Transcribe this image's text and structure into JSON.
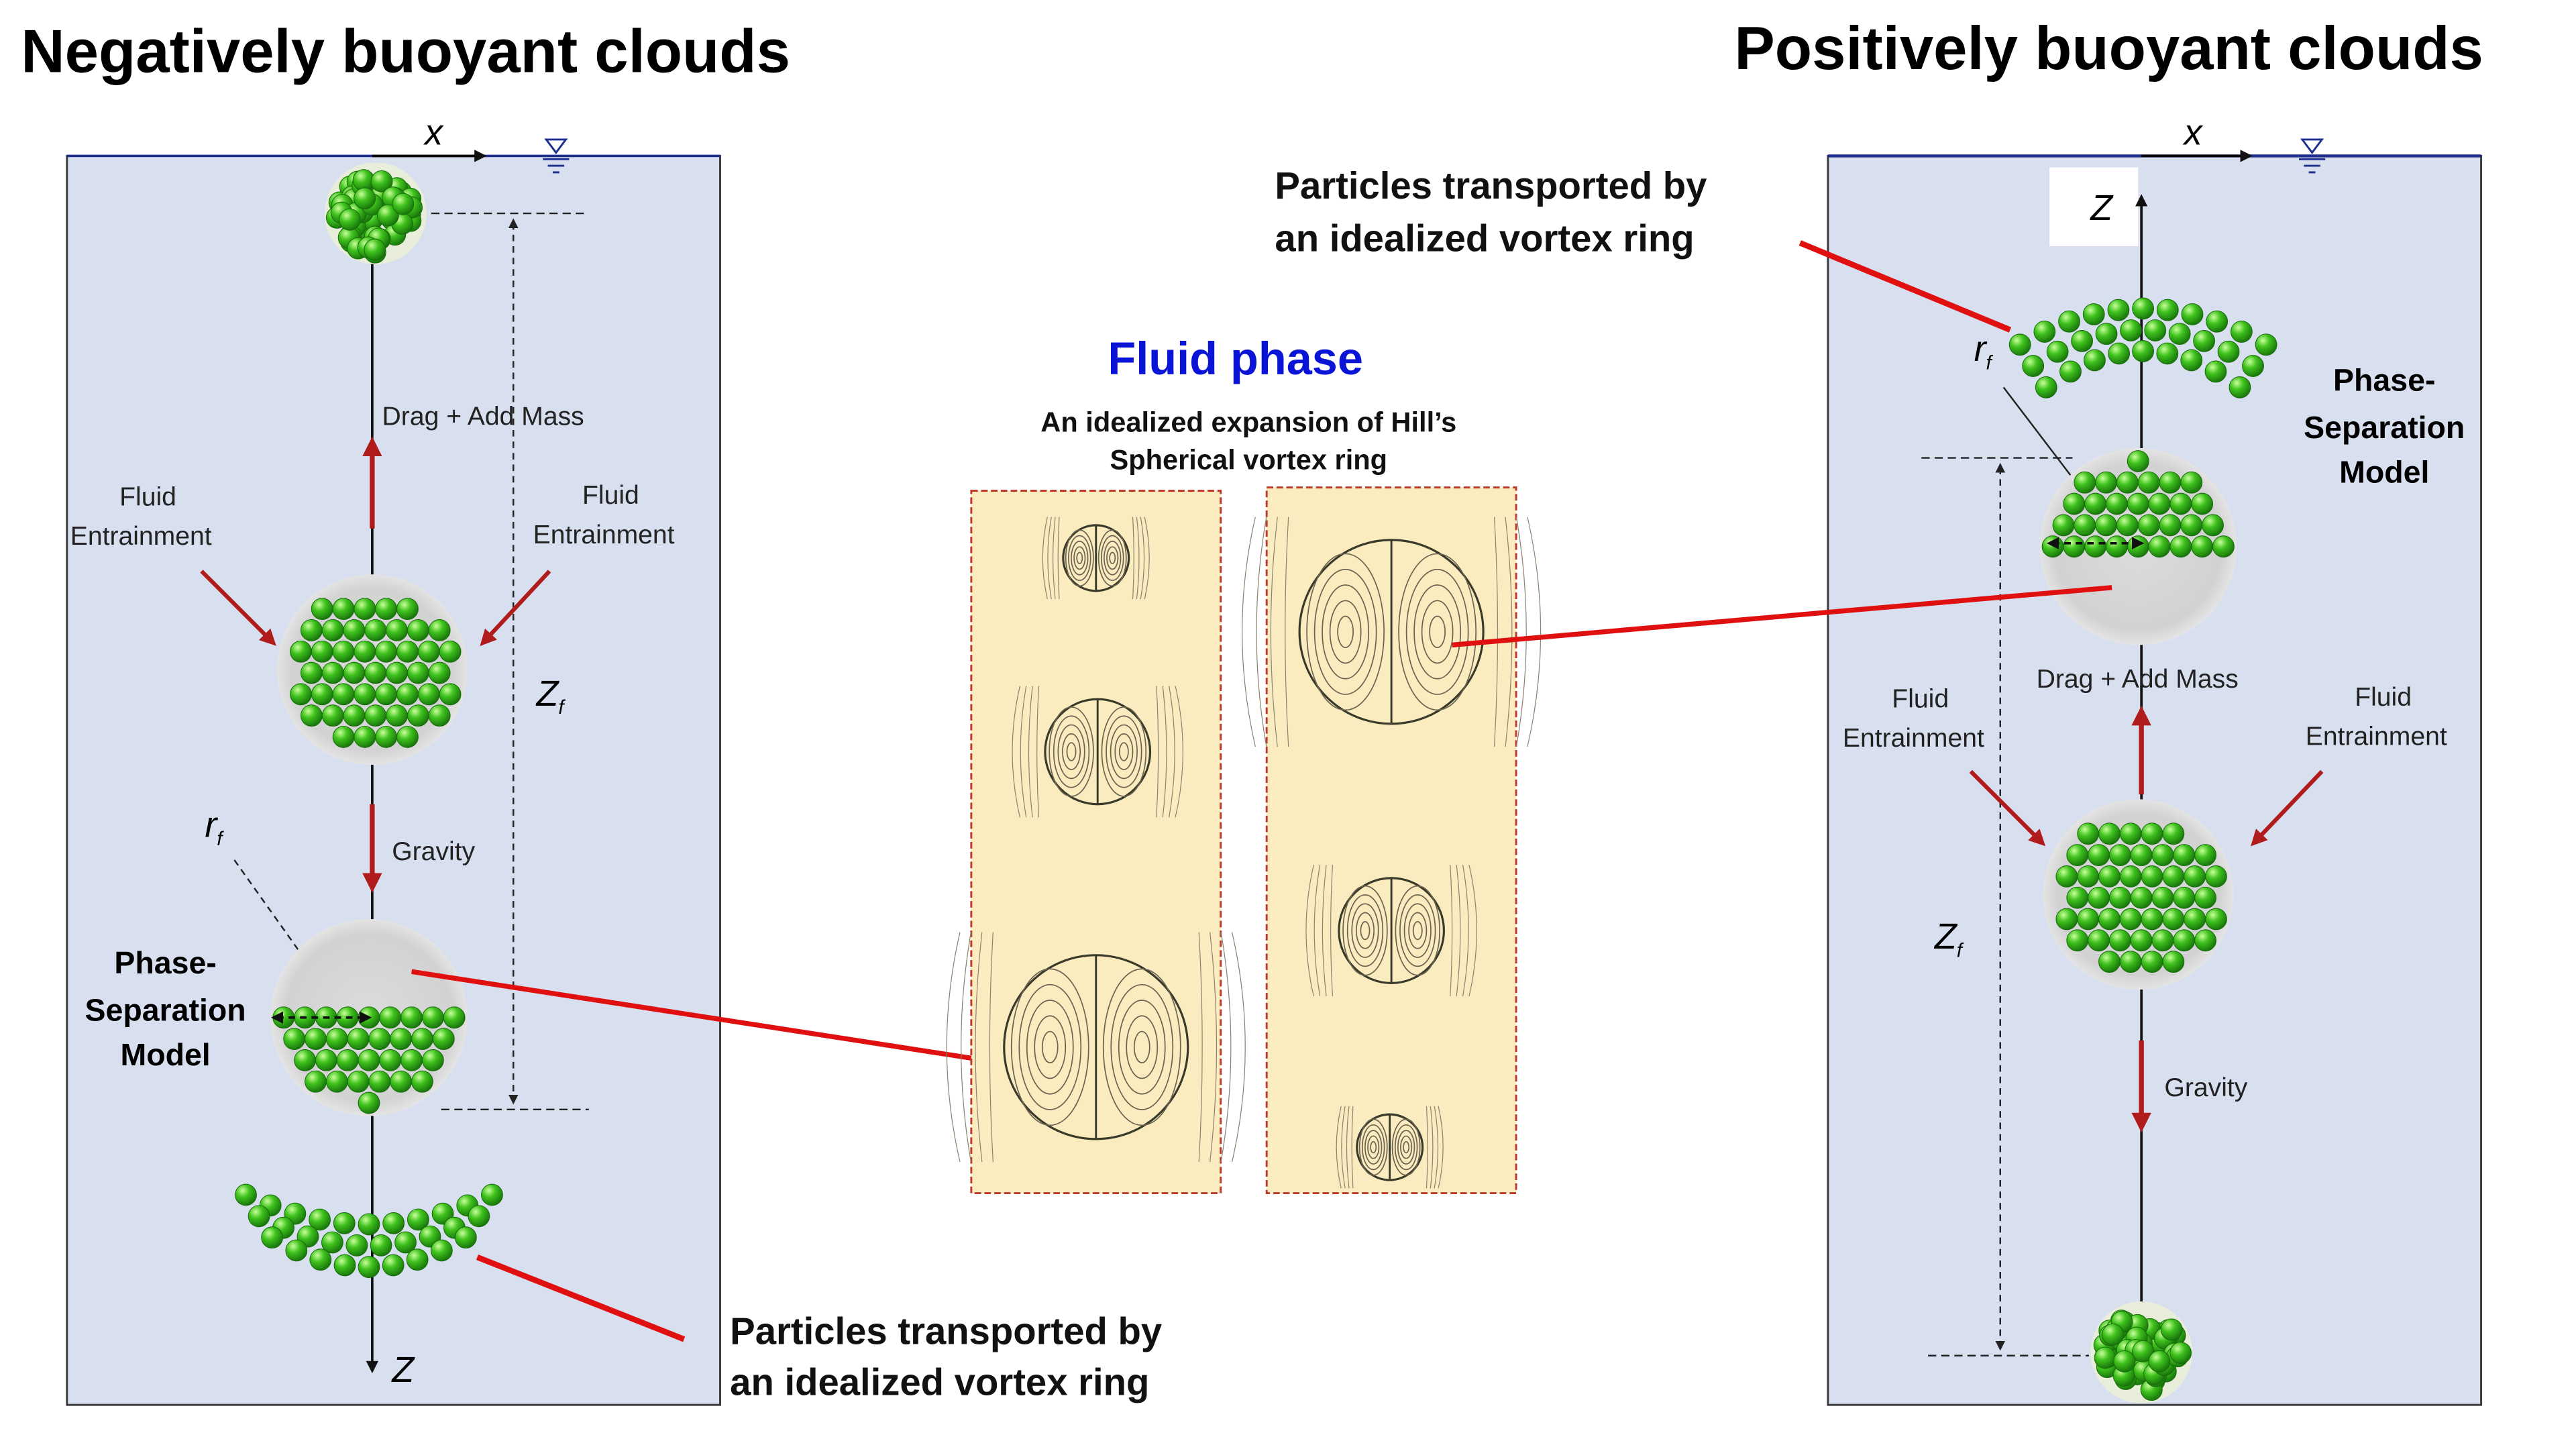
{
  "titles": {
    "negative": "Negatively buoyant clouds",
    "positive": "Positively buoyant clouds"
  },
  "fluid_phase": {
    "heading": "Fluid phase",
    "subtitle_line1": "An  idealized expansion of Hill’s",
    "subtitle_line2": "Spherical vortex ring"
  },
  "left_panel": {
    "axis_x": "x",
    "axis_z": "Z",
    "drag": "Drag + Add Mass",
    "fluid_left_1": "Fluid",
    "fluid_left_2": "Entrainment",
    "fluid_right_1": "Fluid",
    "fluid_right_2": "Entrainment",
    "zf": "Z",
    "zf_sub": "f",
    "rf": "r",
    "rf_sub": "f",
    "gravity": "Gravity",
    "psm_1": "Phase-",
    "psm_2": "Separation",
    "psm_3": "Model",
    "particles_1": "Particles  transported by",
    "particles_2": "an idealized  vortex ring"
  },
  "right_panel": {
    "axis_x": "x",
    "axis_z": "Z",
    "particles_1": "Particles  transported by",
    "particles_2": "an idealized  vortex ring",
    "rf": "r",
    "rf_sub": "f",
    "psm_1": "Phase-",
    "psm_2": "Separation",
    "psm_3": "Model",
    "drag": "Drag + Add Mass",
    "fluid_left_1": "Fluid",
    "fluid_left_2": "Entrainment",
    "fluid_right_1": "Fluid",
    "fluid_right_2": "Entrainment",
    "zf": "Z",
    "zf_sub": "f",
    "gravity": "Gravity"
  },
  "colors": {
    "water": "#d8e0f0",
    "particle": "#2fb315",
    "arrow_red": "#b01c1c",
    "connector_red": "#e01010",
    "fluid_box": "#fbecc0",
    "fluid_heading": "#0a14d6"
  }
}
